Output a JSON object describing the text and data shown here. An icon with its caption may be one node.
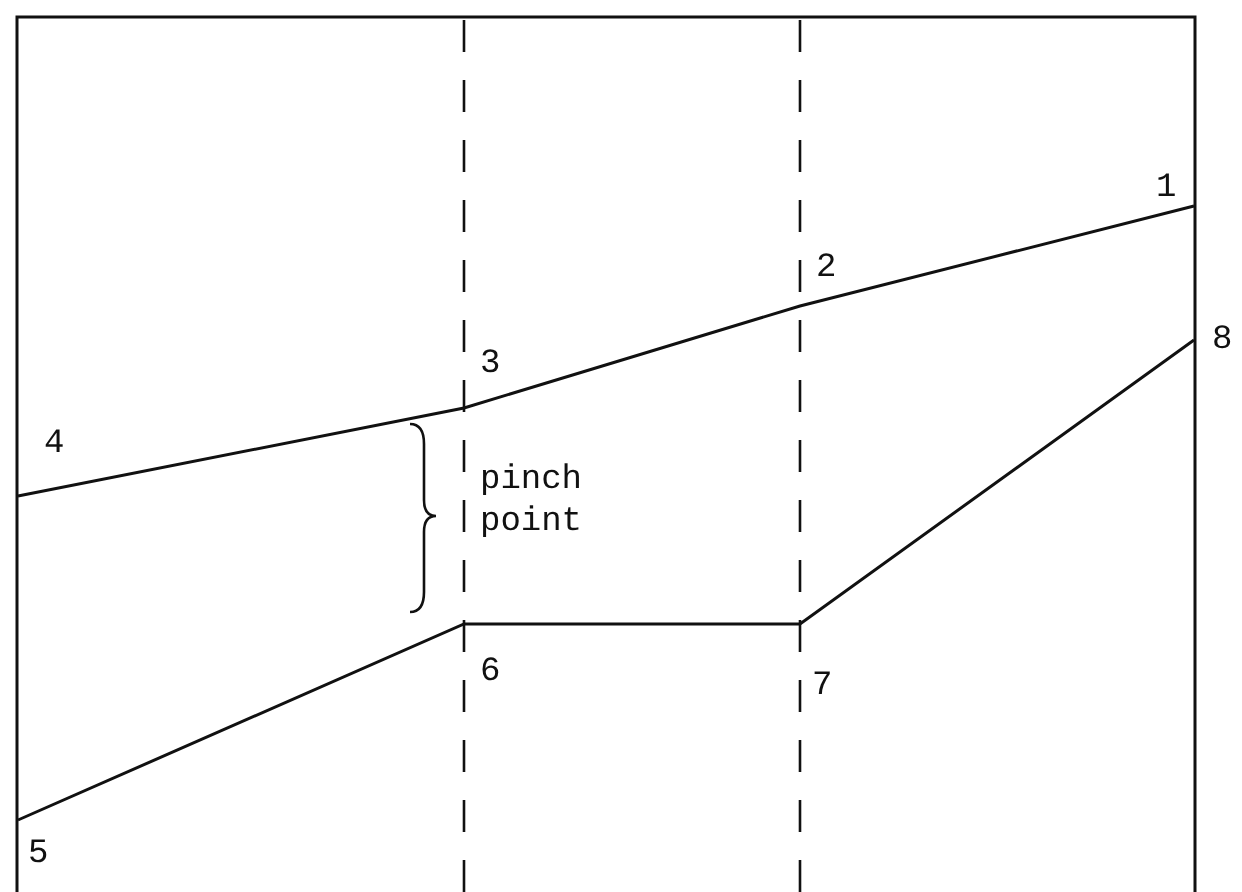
{
  "diagram": {
    "labels": [
      "1",
      "2",
      "3",
      "4",
      "pinch point",
      "8",
      "6",
      "7",
      "5"
    ]
  }
}
